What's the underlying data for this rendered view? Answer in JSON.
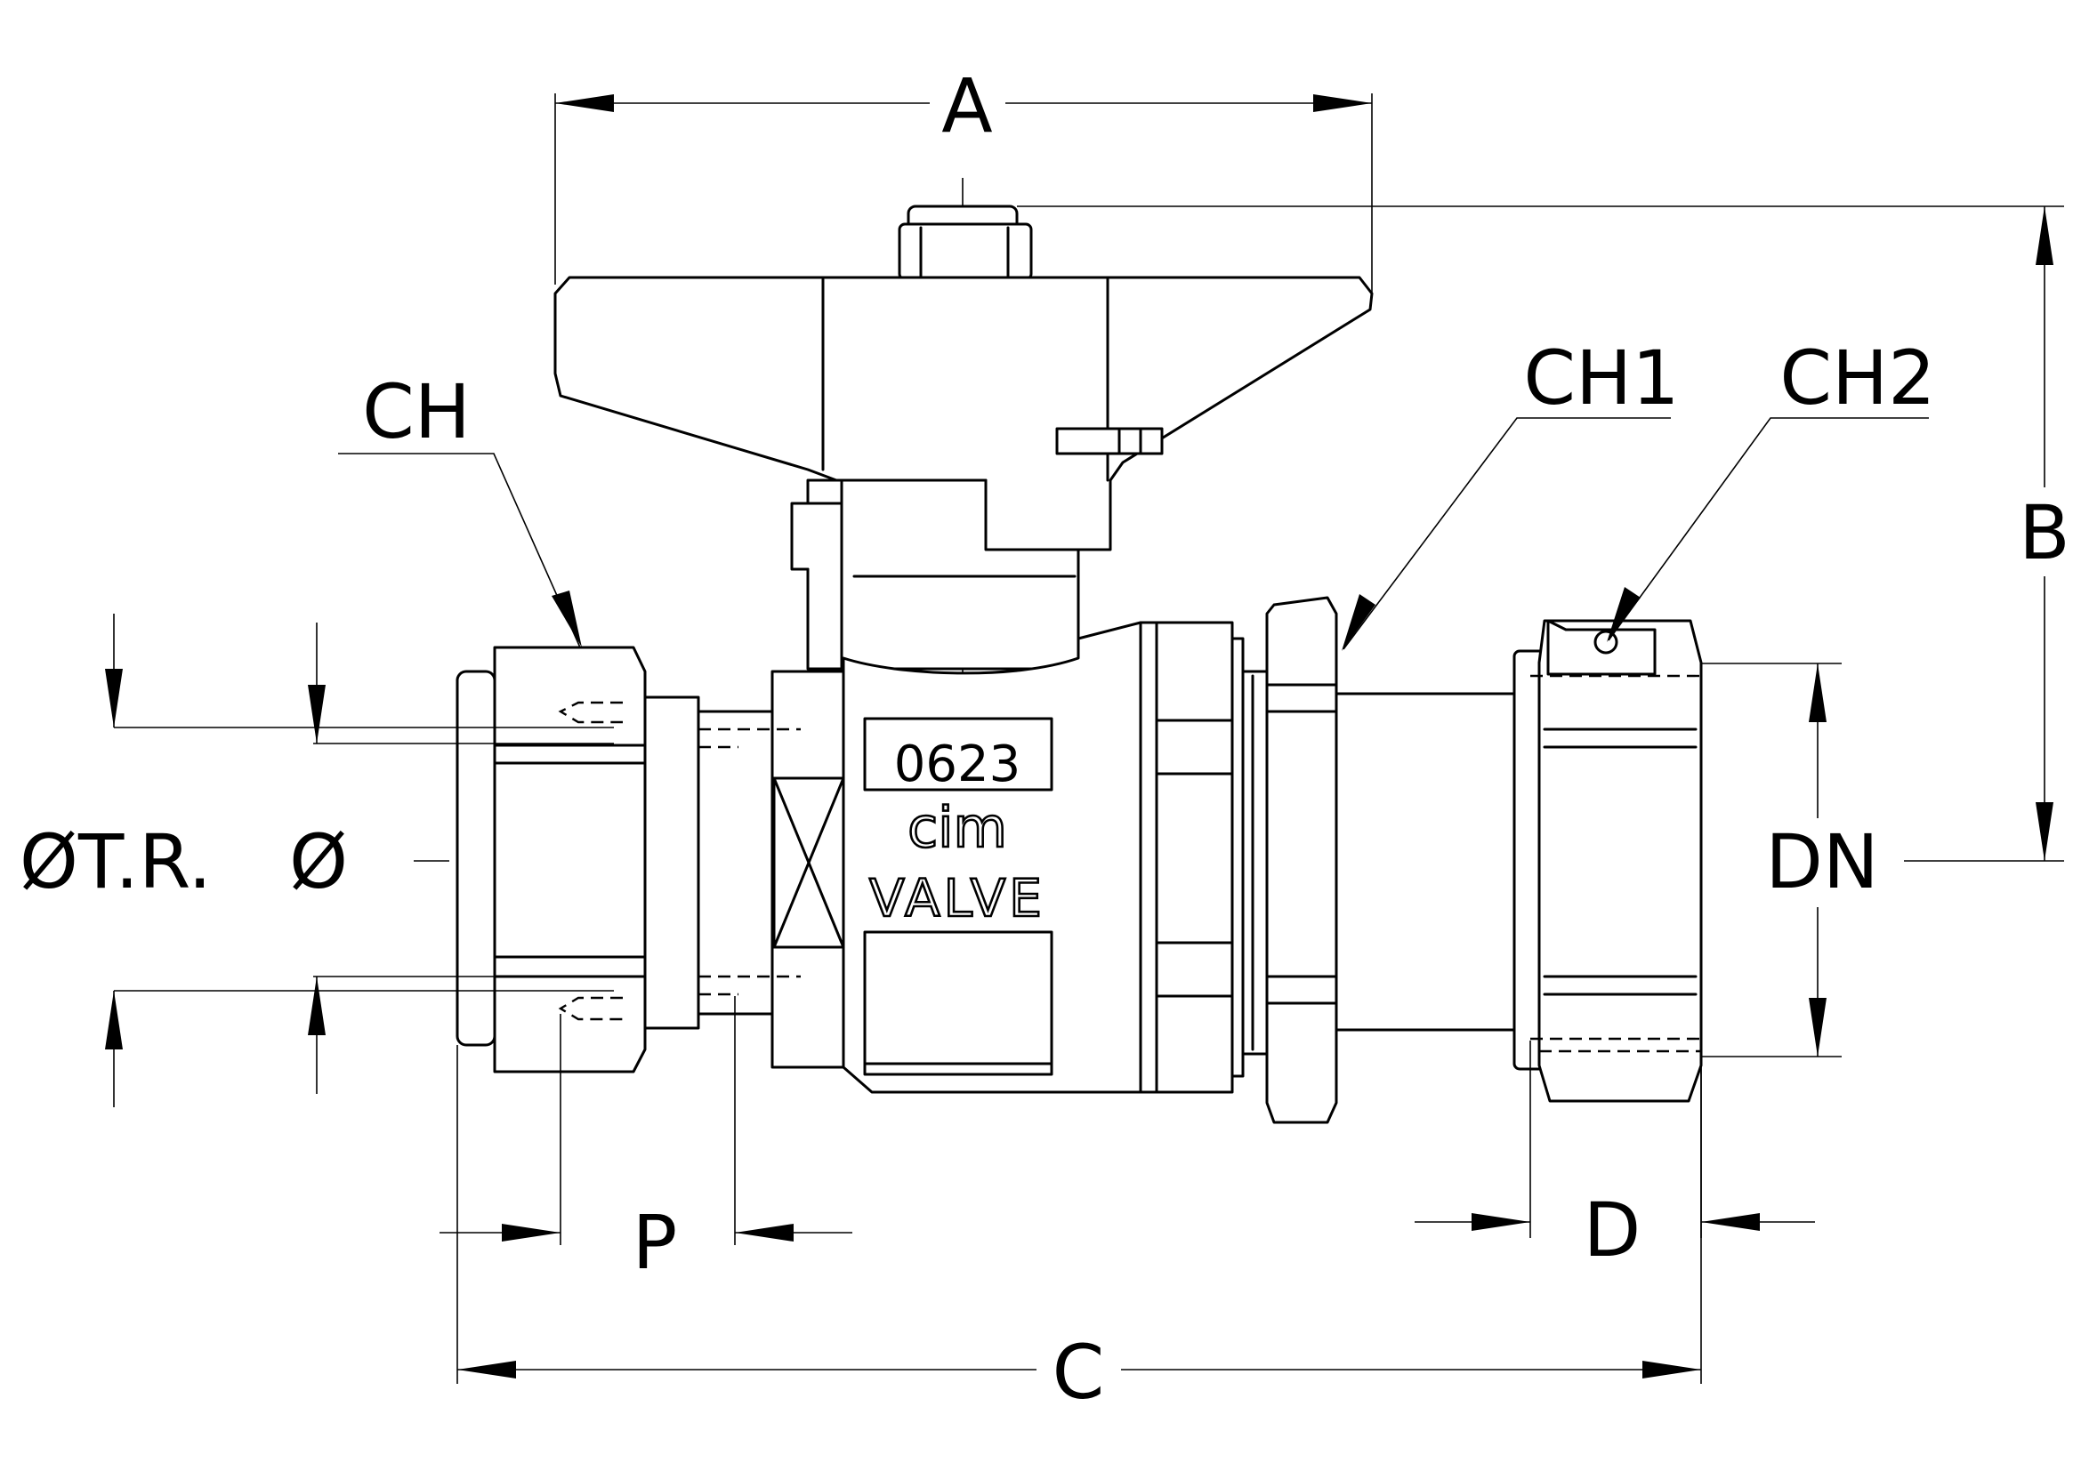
{
  "labels": {
    "A": "A",
    "B": "B",
    "C": "C",
    "D": "D",
    "P": "P",
    "DN": "DN",
    "CH": "CH",
    "CH1": "CH1",
    "CH2": "CH2",
    "OTR": "ØT.R.",
    "O": "Ø"
  },
  "body_marking": {
    "code": "0623",
    "brand": "cim",
    "word": "VALVE"
  }
}
